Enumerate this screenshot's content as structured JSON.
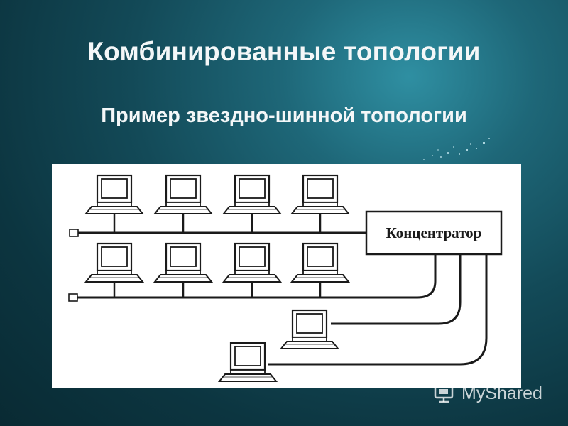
{
  "slide": {
    "title": "Комбинированные топологии",
    "subtitle": "Пример звездно-шинной топологии"
  },
  "diagram": {
    "hub_label": "Концентратор",
    "bus_segments": 2,
    "computers_per_bus": 4,
    "star_computers": 2
  },
  "watermark": {
    "text": "MyShared"
  },
  "colors": {
    "background": "#134a58",
    "panel": "#ffffff",
    "ink": "#1a1a1a",
    "title_text": "#f4f7f8"
  }
}
